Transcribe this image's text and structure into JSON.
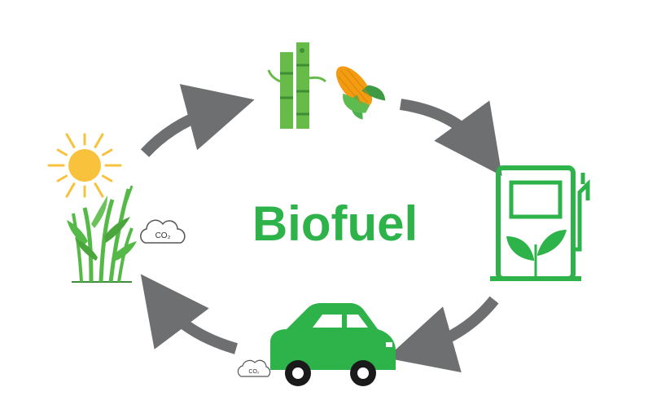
{
  "title": "Biofuel",
  "co2_label": "CO₂",
  "colors": {
    "green": "#2db34a",
    "dark_green": "#1f8f37",
    "plant_green": "#55b947",
    "arrow_gray": "#6d6f71",
    "sun_yellow": "#f9c23c",
    "corn_orange": "#f39c12"
  },
  "cycle_steps": [
    "sun-and-growing-plants",
    "sugarcane-and-corn",
    "biofuel-pump",
    "car"
  ]
}
